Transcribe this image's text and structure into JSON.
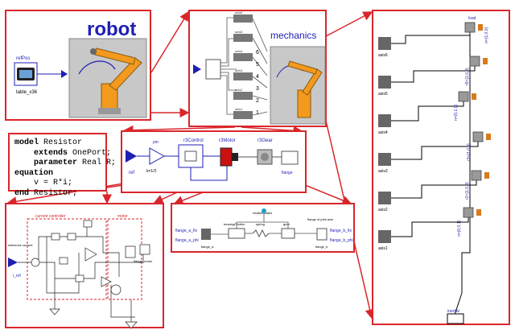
{
  "robot_panel": {
    "title": "robot",
    "refpos_label": "refPos",
    "table_label": "table_x36"
  },
  "mechanics_panel": {
    "title": "mechanics",
    "axis_labels": [
      "axis6",
      "axis5",
      "axis4",
      "axis3",
      "axis2",
      "axis1"
    ],
    "port_numbers": [
      "6",
      "5",
      "4",
      "3",
      "2",
      "1"
    ]
  },
  "kinematics_panel": {
    "axis_labels": [
      "axis6",
      "axis5",
      "axis4",
      "axis3",
      "axis2",
      "axis1"
    ],
    "joint_labels": [
      "n={1,0,0}",
      "r5={1,0,0}",
      "n={0,1,0}",
      "r3={1,0,0}",
      "r2={1,0,0}",
      "n={0,0,1}"
    ],
    "load_label": "load",
    "inertial_label": "inertial"
  },
  "code": {
    "line1_kw": "model",
    "line1_rest": " Resistor",
    "line2_kw": "extends",
    "line2_rest": " OnePort;",
    "line3_kw": "parameter",
    "line3_rest": " Real R;",
    "line4_kw": "equation",
    "line5": "v = R*i;",
    "line6_kw": "end",
    "line6_rest": " Resistor;"
  },
  "drive_panel": {
    "ref_label": "ref",
    "gain_label": "k=1/2",
    "pm_label": "pm",
    "control_label": "r3Control",
    "motor_label": "r3Motor",
    "gear_label": "r3Gear",
    "flange_label": "flange"
  },
  "circuit_panel": {
    "controller_label": "current controller",
    "motor_label": "motor",
    "ref_label": "reference current",
    "iref_label": "i_ref",
    "flange_label": "flange_motor"
  },
  "gear_panel": {
    "flange_a_label": "flange_a",
    "flange_b_label": "flange_b",
    "flange_a_fix": "flange_a_fix",
    "flange_a_phi": "flange_a_phi",
    "flange_b_fix": "flange_b_fix",
    "flange_b_phi": "flange_b_phi",
    "joint_label": "flange of joint axis",
    "spring_label": "spring",
    "bearing_label": "bearingFriction",
    "gear_label": "gear",
    "relative_label": "relativeStates"
  },
  "colors": {
    "border": "#d9262b",
    "accent": "#1f1fb4",
    "robot_orange": "#f39a1e",
    "motor_red": "#cc1111"
  }
}
